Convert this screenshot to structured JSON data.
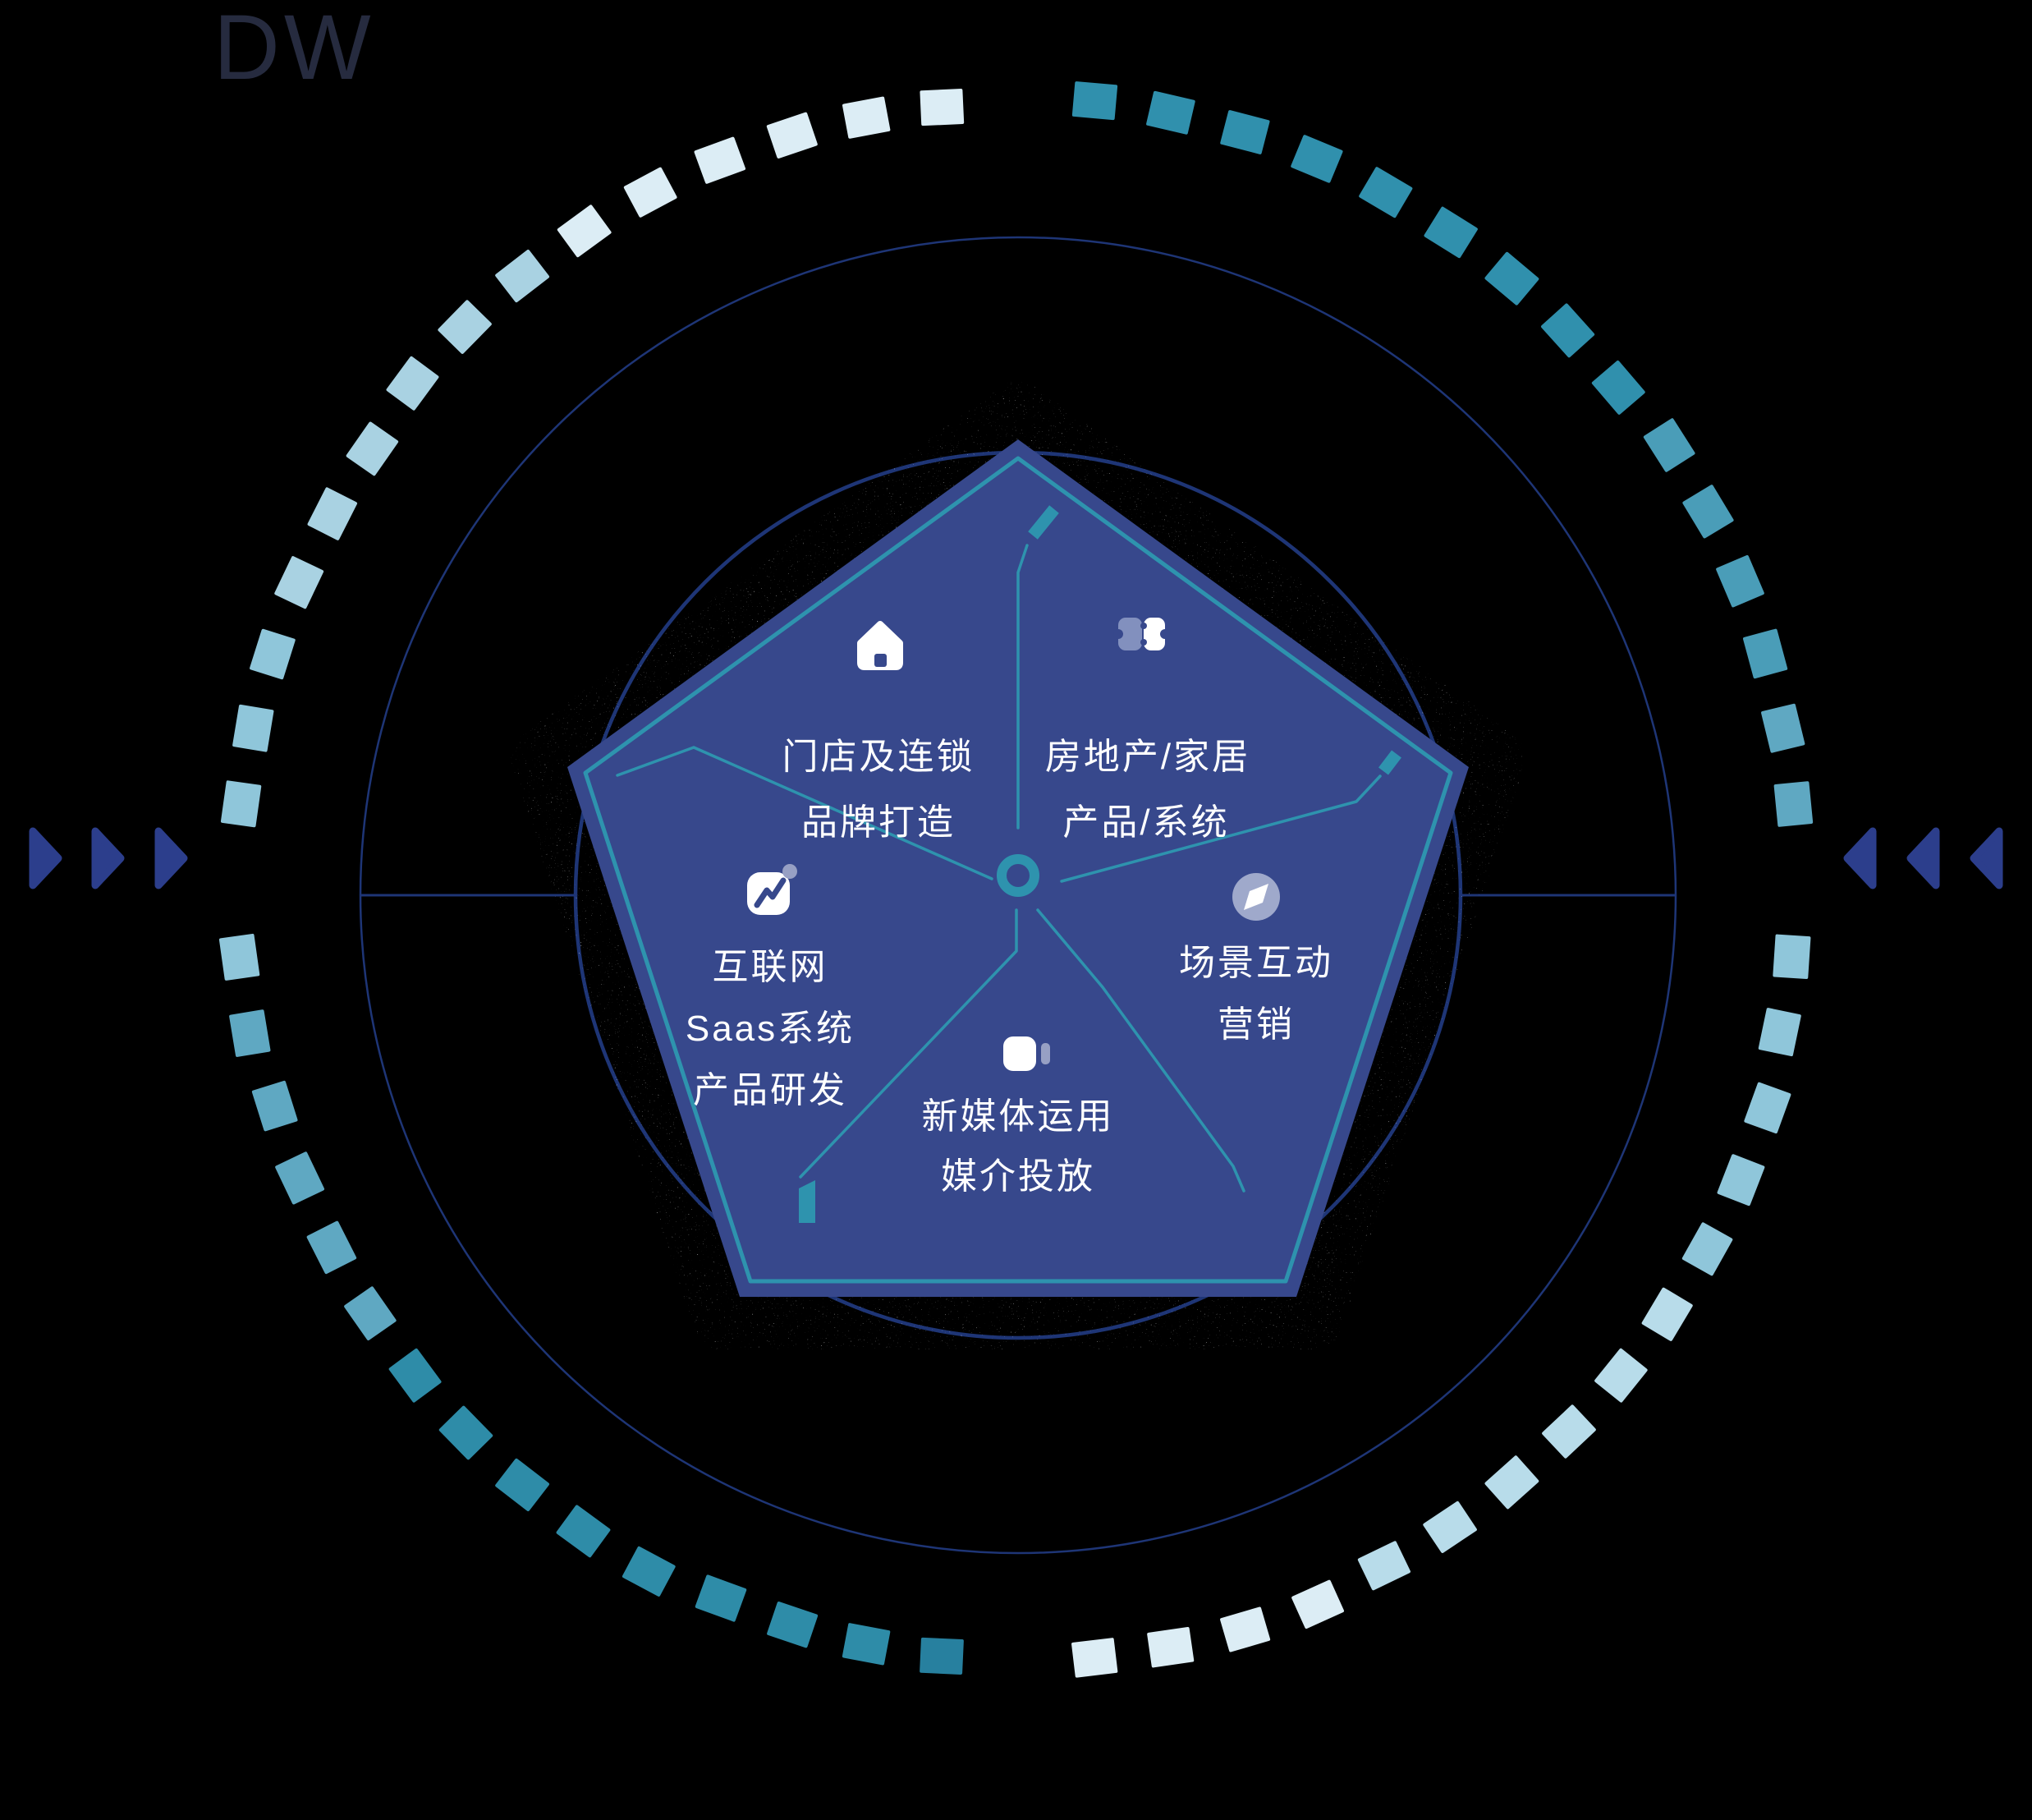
{
  "logo": {
    "text": "DW"
  },
  "colors": {
    "background": "#000000",
    "pentagon": "#37488C",
    "teal": "#2E93AE",
    "thin_circle": "#1E3576",
    "arrow_navy": "#2C3E8C",
    "icon_white": "#FFFFFF",
    "icon_lavender": "#8290BE",
    "icon_gray_blue": "#97A0C4",
    "compass_body": "#9FA9CB",
    "text": "#FFFFFF",
    "logo_color": "#262B3F",
    "stipple": "#C9D4E6"
  },
  "sections": [
    {
      "id": "stores",
      "icon": "house-icon",
      "lines": [
        "门店及连锁",
        "品牌打造"
      ]
    },
    {
      "id": "realestate",
      "icon": "building-blocks-icon",
      "lines": [
        "房地产/家居",
        "产品/系统"
      ]
    },
    {
      "id": "internet",
      "icon": "chart-trend-icon",
      "lines": [
        "互联网",
        "Saas系统",
        "产品研发"
      ]
    },
    {
      "id": "scene",
      "icon": "compass-icon",
      "lines": [
        "场景互动",
        "营销"
      ]
    },
    {
      "id": "media",
      "icon": "video-camera-icon",
      "lines": [
        "新媒体运用",
        "媒介投放"
      ]
    }
  ],
  "ring": {
    "dash_count": 64,
    "skip_indices": [
      0,
      16,
      32,
      48
    ],
    "clusters": [
      {
        "until": 52,
        "color": "#3090AD"
      },
      {
        "until": 76,
        "color": "#4A9DB8"
      },
      {
        "until": 94,
        "color": "#5FA8C2"
      },
      {
        "until": 122,
        "color": "#8FC6DA"
      },
      {
        "until": 152,
        "color": "#B8DCEA"
      },
      {
        "until": 180,
        "color": "#DCEDF5"
      },
      {
        "until": 188,
        "color": "#27809F"
      },
      {
        "until": 234,
        "color": "#2E8CA8"
      },
      {
        "until": 260,
        "color": "#5FA8C2"
      },
      {
        "until": 288,
        "color": "#8FC6DA"
      },
      {
        "until": 324,
        "color": "#A9D2E2"
      },
      {
        "until": 360,
        "color": "#DCEDF5"
      }
    ]
  },
  "arrows": {
    "left_count": 3,
    "right_count": 3
  }
}
